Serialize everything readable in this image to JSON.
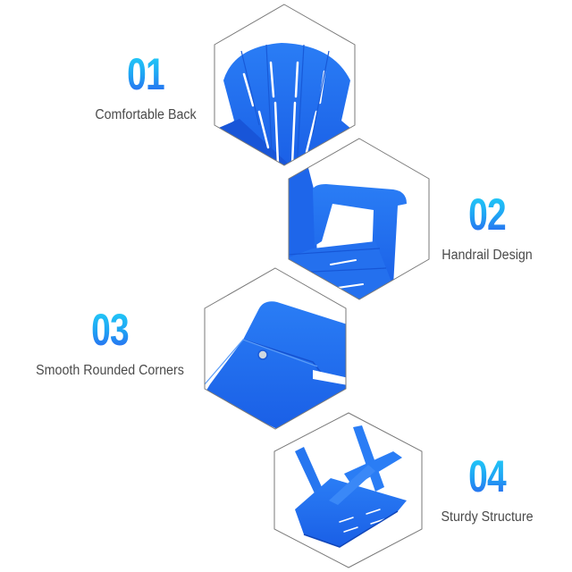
{
  "features": [
    {
      "number": "01",
      "label": "Comfortable Back",
      "image": "chair-back-closeup"
    },
    {
      "number": "02",
      "label": "Handrail Design",
      "image": "chair-armrest-closeup"
    },
    {
      "number": "03",
      "label": "Smooth Rounded Corners",
      "image": "chair-corner-closeup"
    },
    {
      "number": "04",
      "label": "Sturdy Structure",
      "image": "folded-chair-underside"
    }
  ],
  "colors": {
    "product_blue": "#1f6ff0",
    "number_gradient_top": "#22d0f7",
    "number_gradient_bottom": "#2a62ef",
    "label_text": "#4a4a4a",
    "hexagon_outline": "#7a7a7a",
    "background": "#ffffff"
  }
}
